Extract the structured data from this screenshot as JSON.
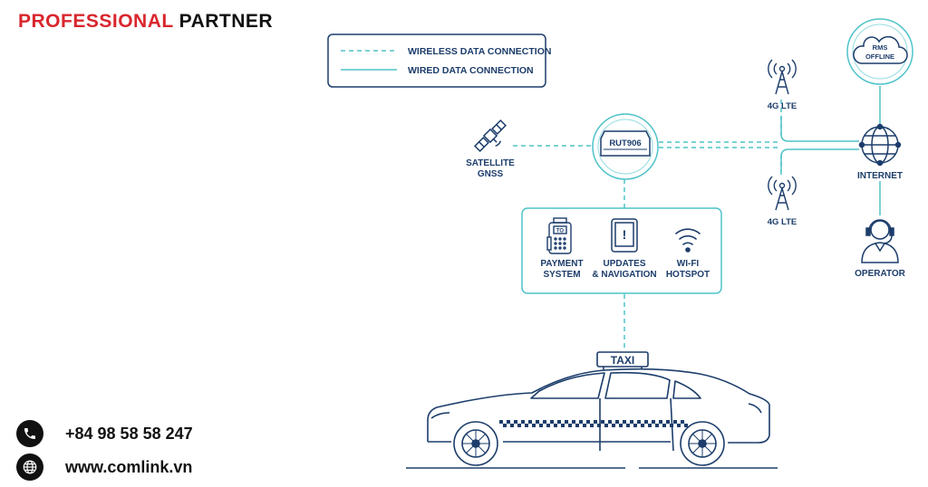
{
  "brand": {
    "part1": "PROFESSIONAL",
    "part2": "PARTNER"
  },
  "contact": {
    "phone": "+84 98 58 58 247",
    "website": "www.comlink.vn"
  },
  "legend": {
    "wireless": "WIRELESS DATA CONNECTION",
    "wired": "WIRED DATA CONNECTION"
  },
  "nodes": {
    "rms": [
      "RMS",
      "OFFLINE"
    ],
    "router": "RUT906",
    "satellite": [
      "SATELLITE",
      "GNSS"
    ],
    "lte_top": "4G LTE",
    "lte_bottom": "4G LTE",
    "internet": "INTERNET",
    "operator": "OPERATOR"
  },
  "services": {
    "payment": [
      "PAYMENT",
      "SYSTEM"
    ],
    "updates": [
      "UPDATES",
      "& NAVIGATION"
    ],
    "wifi": [
      "WI-FI",
      "HOTSPOT"
    ],
    "pos_screen": "TO",
    "tablet_mark": "!"
  },
  "taxi": {
    "sign": "TAXI"
  },
  "colors": {
    "navy": "#1c3d6b",
    "teal": "#4fc3c9",
    "red": "#d9262e"
  },
  "icons": [
    "phone-icon",
    "globe-icon",
    "cloud-icon",
    "satellite-icon",
    "antenna-icon",
    "globe-network-icon",
    "operator-headset-icon",
    "pos-terminal-icon",
    "tablet-icon",
    "wifi-icon",
    "taxi-car"
  ]
}
